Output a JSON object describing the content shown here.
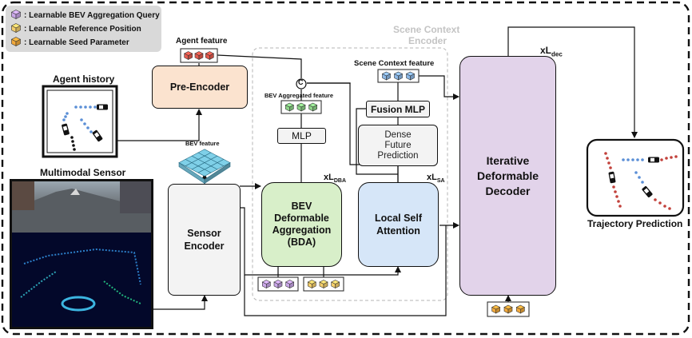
{
  "legend": {
    "items": [
      {
        "label": ": Learnable BEV Aggregation Query",
        "color": "#c9a6e8"
      },
      {
        "label": ": Learnable Reference Position",
        "color": "#f5cf6b"
      },
      {
        "label": ": Learnable Seed Parameter",
        "color": "#f2a93b"
      }
    ]
  },
  "labels": {
    "agent_history": "Agent history",
    "multimodal_sensor": "Multimodal Sensor",
    "agent_feature": "Agent feature",
    "bev_feature": "BEV feature",
    "bev_aggregated_feature": "BEV Aggregated feature",
    "scene_context_feature": "Scene Context feature",
    "scene_context_encoder_1": "Scene Context",
    "scene_context_encoder_2": "Encoder",
    "trajectory_prediction": "Trajectory Prediction",
    "concat_symbol": "C"
  },
  "repeats": {
    "xl_dba": "xL",
    "xl_dba_sub": "DBA",
    "xl_sa": "xL",
    "xl_sa_sub": "SA",
    "xl_dec": "xL",
    "xl_dec_sub": "dec"
  },
  "blocks": {
    "pre_encoder": "Pre-Encoder",
    "sensor_encoder": [
      "Sensor",
      "Encoder"
    ],
    "mlp": "MLP",
    "bda": [
      "BEV",
      "Deformable",
      "Aggregation",
      "(BDA)"
    ],
    "fusion_mlp": "Fusion MLP",
    "dense_future_prediction": [
      "Dense",
      "Future",
      "Prediction"
    ],
    "local_self_attention": [
      "Local Self",
      "Attention"
    ],
    "iterative_decoder": [
      "Iterative",
      "Deformable",
      "Decoder"
    ]
  },
  "colors": {
    "pre_encoder": "#fbe3cf",
    "sensor_encoder": "#f3f3f3",
    "bda": "#d8efc9",
    "local_self_attention": "#d6e6f8",
    "decoder": "#e2d3ea",
    "agent_cube": "#e55a4e",
    "bev_cube": "#7fd0e8",
    "aggregated_cube": "#8fd68a",
    "scene_cube": "#8db9e8",
    "query_cube": "#c9a6e8",
    "reference_cube": "#f5cf6b",
    "seed_cube": "#f2a93b"
  }
}
